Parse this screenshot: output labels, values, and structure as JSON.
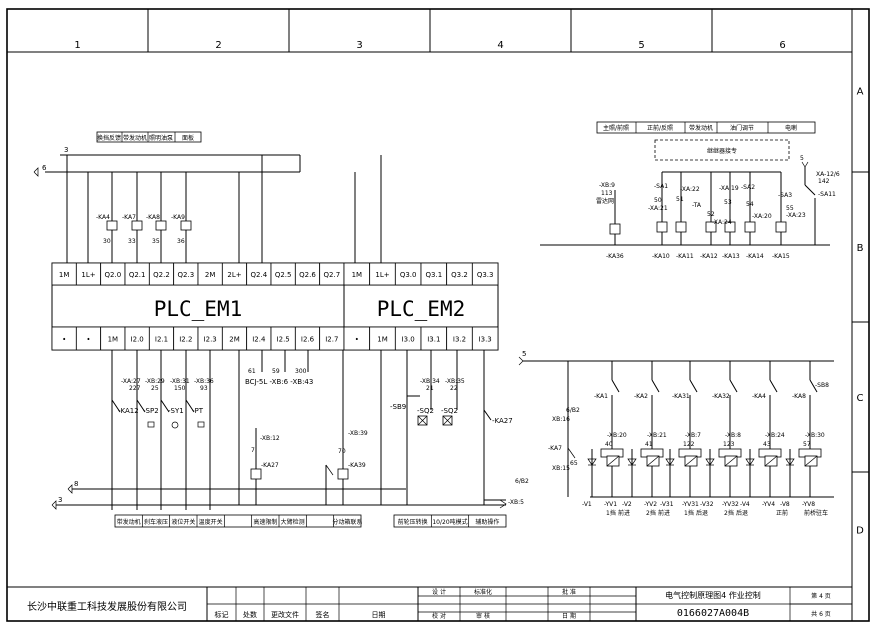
{
  "frame": {
    "columns": [
      "1",
      "2",
      "3",
      "4",
      "5",
      "6"
    ],
    "rows": [
      "A",
      "B",
      "C",
      "D"
    ]
  },
  "plc": {
    "em1_name": "PLC_EM1",
    "em2_name": "PLC_EM2",
    "em1_top": [
      "1M",
      "1L+",
      "Q2.0",
      "Q2.1",
      "Q2.2",
      "Q2.3",
      "2M",
      "2L+",
      "Q2.4",
      "Q2.5",
      "Q2.6",
      "Q2.7"
    ],
    "em2_top": [
      "1M",
      "1L+",
      "Q3.0",
      "Q3.1",
      "Q3.2",
      "Q3.3"
    ],
    "em1_bottom": [
      "•",
      "•",
      "1M",
      "I2.0",
      "I2.1",
      "I2.2",
      "I2.3",
      "2M",
      "I2.4",
      "I2.5",
      "I2.6",
      "I2.7"
    ],
    "em2_bottom": [
      "•",
      "1M",
      "I3.0",
      "I3.1",
      "I3.2",
      "I3.3"
    ]
  },
  "top_left_labels": [
    "换挡反馈",
    "带发动机",
    "照明油泵",
    "面板"
  ],
  "relays_top_left": [
    {
      "tag": "-KA4",
      "num": "30"
    },
    {
      "tag": "-KA7",
      "num": "33"
    },
    {
      "tag": "-KA8",
      "num": "35"
    },
    {
      "tag": "-KA9",
      "num": "36"
    }
  ],
  "bus": {
    "wire3": "3",
    "wire6": "6",
    "wire5": "5",
    "wire8": "8",
    "ref_6_b2": "6/B2",
    "xb5": "-XB:5"
  },
  "top_right_labels": [
    "主照/前照",
    "正前/反照",
    "带发动机",
    "油门调节",
    "电喇"
  ],
  "dashed_box_label": "继继器接专",
  "top_right_items": [
    {
      "tag": "-XB:9",
      "sub": "113",
      "desc": "雷达网"
    },
    {
      "tag": "-SA1",
      "sub": "50"
    },
    {
      "tag": "-XA:21",
      "sub": "51"
    },
    {
      "tag": "-XA:22",
      "sub": ""
    },
    {
      "tag": "-TA",
      "sub": "52"
    },
    {
      "tag": "-XA:24",
      "sub": ""
    },
    {
      "tag": "-XA:19",
      "sub": "53"
    },
    {
      "tag": "-SA2",
      "sub": "54"
    },
    {
      "tag": "-XA:20",
      "sub": ""
    },
    {
      "tag": "-SA3",
      "sub": "55"
    },
    {
      "tag": "-XA:23",
      "sub": ""
    },
    {
      "tag": "XA-12/6",
      "sub": "142"
    },
    {
      "tag": "-SA11",
      "sub": ""
    }
  ],
  "top_right_coils": [
    "-KA36",
    "-KA10",
    "-KA11",
    "-KA12",
    "-KA13",
    "-KA14",
    "-KA15"
  ],
  "em1_inputs": [
    {
      "tag": "-XA:27",
      "sub": "227"
    },
    {
      "tag": "-XB:29",
      "sub": "25"
    },
    {
      "tag": "-XB:31",
      "sub": "150"
    },
    {
      "tag": "-XB:36",
      "sub": "93"
    }
  ],
  "em1_devices": [
    "-KA12",
    "-SP2",
    "-SY1",
    "-PT"
  ],
  "em1_mid": {
    "n61": "61",
    "n59": "59",
    "n300": "300",
    "line": "BCJ-5L -XB:6 -XB:43"
  },
  "ka27_block": {
    "xb": "-XB:12",
    "n": "7",
    "tag": "-KA27"
  },
  "ka39_block": {
    "xb": "-XB:39",
    "n": "70",
    "tag": "-KA39"
  },
  "em2_inputs": [
    {
      "tag": "-XB:34",
      "sub": "21"
    },
    {
      "tag": "-XB:35",
      "sub": "22"
    }
  ],
  "em2_devices": [
    "-SB9",
    "-SQ2",
    "-SQ2",
    "-KA27"
  ],
  "bottom_labels_left": [
    "带发动机",
    "刹车液压",
    "液位开关",
    "温度开关",
    "",
    "高速限制",
    "大臂检测",
    "",
    "分动箱联系"
  ],
  "bottom_labels_right": [
    "前轮压转换",
    "10/20吨模式",
    "辅助操作"
  ],
  "valve_section": {
    "side_ref": "6/B2",
    "side_xb": "XB:16",
    "side_xb2": "XB:15",
    "ka7": "-KA7",
    "ka7_n": "65",
    "sb8": "-SB8",
    "contacts": [
      "-KA1",
      "-KA2",
      "-KA31",
      "-KA32",
      "-KA4",
      "-KA8"
    ],
    "xbs": [
      "-XB:20",
      "-XB:21",
      "-XB:7",
      "-XB:8",
      "-XB:24",
      "-XB:30"
    ],
    "nums": [
      "40",
      "41",
      "122",
      "123",
      "43",
      "57"
    ],
    "valves": [
      "-V1",
      "-YV1",
      "-V2",
      "-YV2",
      "-V31",
      "-YV31",
      "-V32",
      "-YV32",
      "-V4",
      "-YV4",
      "-V8",
      "-YV8"
    ],
    "groups": [
      "1挡",
      "2挡",
      "1挡",
      "2挡",
      "",
      "前桥"
    ],
    "groups_sub": [
      "前进",
      "前进",
      "后退",
      "后退",
      "正前",
      "驻车"
    ]
  },
  "title_block": {
    "company": "长沙中联重工科技发展股份有限公司",
    "cells_row1": [
      "标记",
      "处数",
      "更改文件",
      "签名",
      "日期"
    ],
    "design": "设 计",
    "check": "校 对",
    "standard": "标准化",
    "review": "审 核",
    "approve": "批 准",
    "date": "日 期",
    "drawing_title": "电气控制原理图4 作业控制",
    "drawing_no": "0166027A004B",
    "sheet": "第 4 页",
    "total": "共 6 页"
  }
}
